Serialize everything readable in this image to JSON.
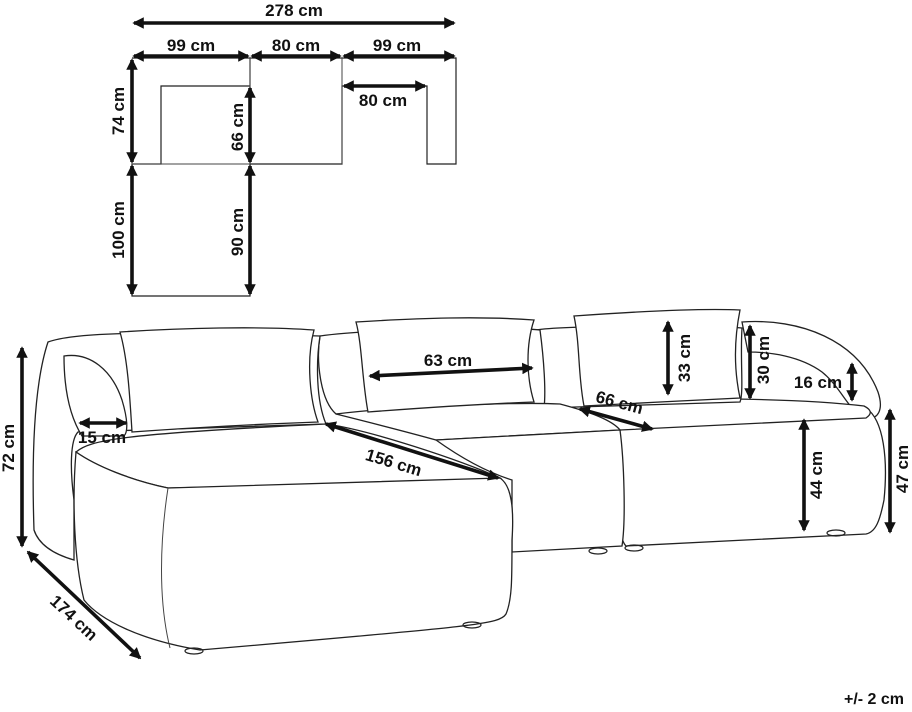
{
  "plan_view": {
    "overall_width": "278 cm",
    "left_width": "99 cm",
    "middle_width": "80 cm",
    "right_width": "99 cm",
    "right_seat_width": "80 cm",
    "back_depth": "74 cm",
    "seat_depth": "66 cm",
    "chaise_extension": "100 cm",
    "chaise_seat_extension": "90 cm"
  },
  "sofa_view": {
    "total_height": "72 cm",
    "arm_inner_width": "15 cm",
    "chaise_length": "156 cm",
    "cushion_width": "63 cm",
    "seat_depth": "66 cm",
    "back_height": "33 cm",
    "arm_height": "30 cm",
    "arm_top_width": "16 cm",
    "seat_height": "44 cm",
    "right_height": "47 cm",
    "chaise_depth": "174 cm"
  },
  "tolerance": "+/- 2 cm",
  "colors": {
    "line": "#222222",
    "arrow": "#111111",
    "background": "#ffffff"
  }
}
